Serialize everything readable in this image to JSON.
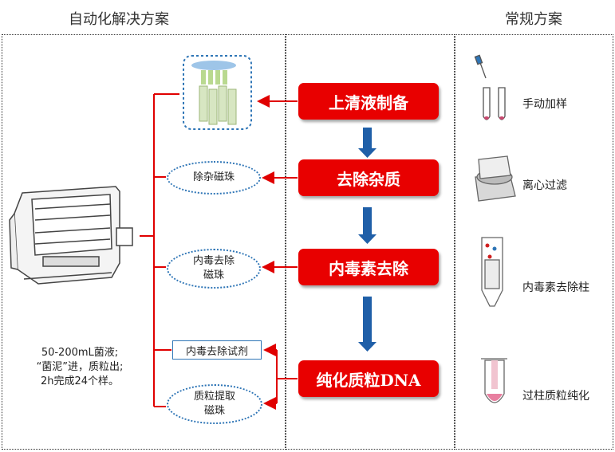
{
  "headings": {
    "automated": "自动化解决方案",
    "conventional": "常规方案"
  },
  "steps": [
    {
      "label": "上清液制备"
    },
    {
      "label": "去除杂质"
    },
    {
      "label": "内毒素去除"
    },
    {
      "label": "纯化质粒DNA"
    }
  ],
  "automation": {
    "beads_impurity": "除杂磁珠",
    "beads_endotoxin_line1": "内毒去除",
    "beads_endotoxin_line2": "磁珠",
    "reagent_endotoxin": "内毒去除试剂",
    "beads_plasmid_line1": "质粒提取",
    "beads_plasmid_line2": "磁珠"
  },
  "note": {
    "line1": "50-200mL菌液;",
    "line2": "“菌泥”进，质粒出;",
    "line3": "2h完成24个样。"
  },
  "conventional": [
    {
      "label": "手动加样",
      "icon": "pipette-tubes-icon"
    },
    {
      "label": "离心过滤",
      "icon": "centrifuge-icon"
    },
    {
      "label": "内毒素去除柱",
      "icon": "column-icon"
    },
    {
      "label": "过柱质粒纯化",
      "icon": "spin-column-icon"
    }
  ],
  "colors": {
    "step_fill": "#e80000",
    "flow_arrow": "#1f5fa8",
    "connector": "#e00000",
    "ellipse_border": "#2e75b6"
  }
}
